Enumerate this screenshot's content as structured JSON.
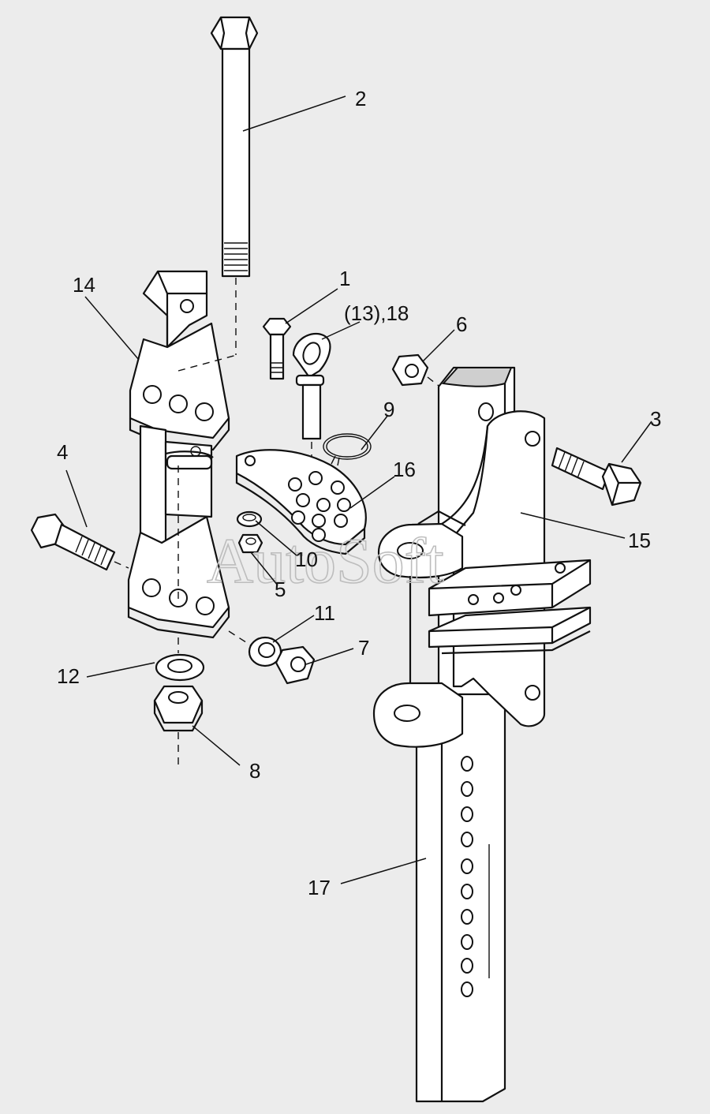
{
  "watermark": "AutoSoft",
  "callouts": {
    "c1": "1",
    "c2": "2",
    "c3": "3",
    "c4": "4",
    "c5": "5",
    "c6": "6",
    "c7": "7",
    "c8": "8",
    "c9": "9",
    "c10": "10",
    "c11": "11",
    "c12": "12",
    "c13_18": "(13),18",
    "c14": "14",
    "c15": "15",
    "c16": "16",
    "c17": "17"
  }
}
